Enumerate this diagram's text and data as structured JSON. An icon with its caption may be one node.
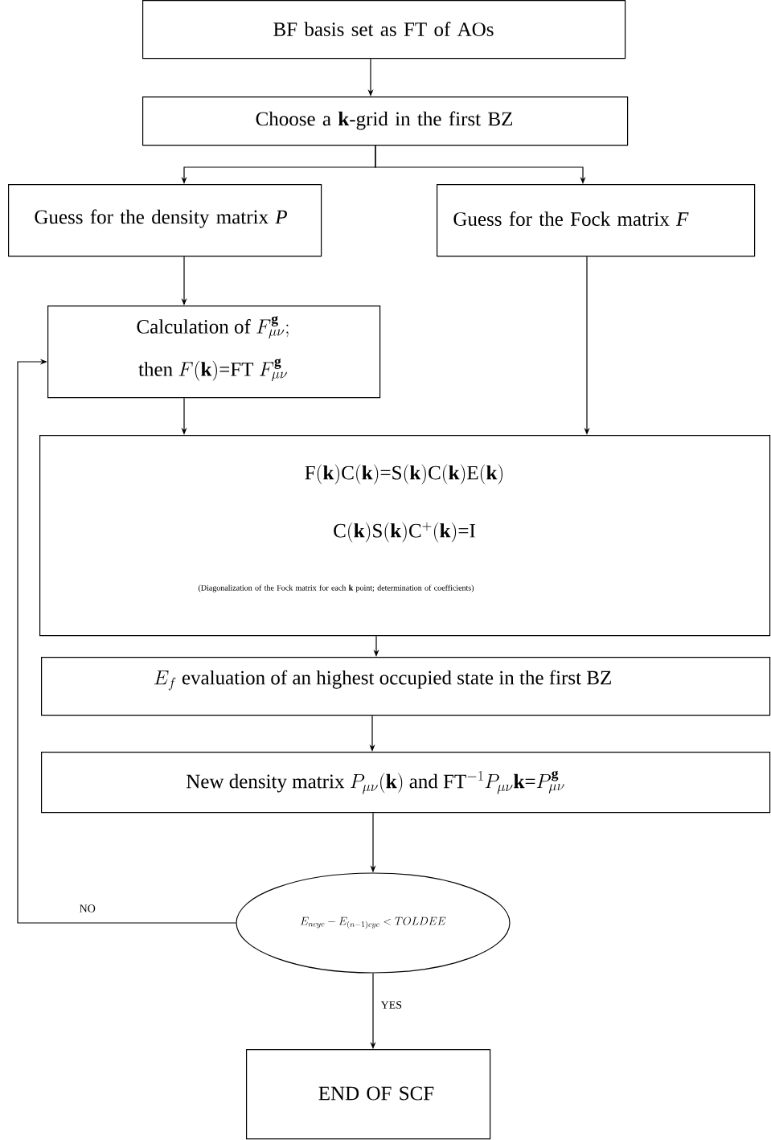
{
  "diagram": {
    "nodes": [
      {
        "text": [
          "BF basis set as FT of AOs"
        ]
      },
      {
        "text": [
          "Choose a **k**-grid in the first BZ"
        ]
      },
      {
        "text": [
          "Guess for the density matrix *P*"
        ]
      },
      {
        "text": [
          "Guess for the Fock matrix *F*"
        ]
      },
      {
        "text": [
          "\\text{Calculation of }F^{\\mathbf{g}}_{\\mu\\nu};",
          "\\text{then }F(\\mathbf{k})\\text{=FT }F^{\\mathbf{g}}_{\\mu\\nu}"
        ]
      },
      {
        "text": [
          "\\mathrm{F}(\\mathbf{k})\\mathrm{C}(\\mathbf{k})\\text{=}\\mathrm{S}(\\mathbf{k})\\mathrm{C}(\\mathbf{k})\\mathrm{E}(\\mathbf{k})",
          "\\mathrm{C}(\\mathbf{k})\\mathrm{S}(\\mathbf{k})\\mathrm{C}^{+}(\\mathbf{k})\\text{=I}",
          "(Diagonalization of the Fock matrix for each **k** point; determination of coefficients)"
        ]
      },
      {
        "text": [
          "E_f\\text{ evaluation of an highest occupied state in the first BZ}"
        ]
      },
      {
        "text": [
          "\\text{New density matrix }P_{\\mu\\nu}(\\mathbf{k})\\text{ and }\\mathrm{FT}^{-1}P_{\\mu\\nu}\\mathbf{k}\\text{=}P^{\\mathbf{g}}_{\\mu\\nu}"
        ]
      },
      {
        "text": [
          "E_{ncyc}-E_{(n-1)cyc}<TOLDEE"
        ]
      },
      {
        "text": [
          "END OF SCF"
        ]
      }
    ],
    "edges": [
      {
        "from": 0,
        "to": 1,
        "arrow": "to"
      },
      {
        "from": 1,
        "to": 2,
        "arrow": "to"
      },
      {
        "from": 1,
        "to": 3,
        "arrow": "to"
      },
      {
        "from": 2,
        "to": 4,
        "arrow": "to"
      },
      {
        "from": 4,
        "to": 5,
        "arrow": "to"
      },
      {
        "from": 3,
        "to": 5,
        "arrow": "to"
      },
      {
        "from": 5,
        "to": 6,
        "arrow": "to"
      },
      {
        "from": 6,
        "to": 7,
        "arrow": "to"
      },
      {
        "from": 7,
        "to": 8,
        "arrow": "to"
      },
      {
        "from": 8,
        "to": 4,
        "arrow": "to",
        "label": "NO"
      },
      {
        "from": 8,
        "to": 9,
        "arrow": "to",
        "label": "YES"
      }
    ]
  }
}
